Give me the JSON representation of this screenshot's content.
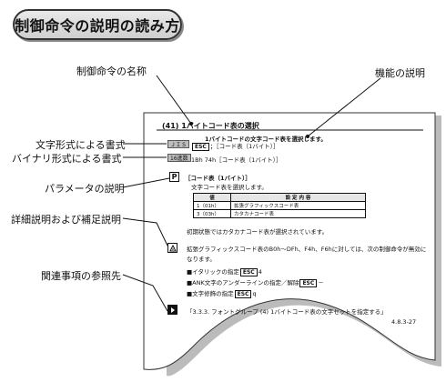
{
  "header": {
    "title": "制御命令の説明の読み方"
  },
  "labels": {
    "command_name": "制御命令の名称",
    "function_desc": "機能の説明",
    "char_format": "文字形式による書式",
    "binary_format": "バイナリ形式による書式",
    "param_desc": "パラメータの説明",
    "detail_desc": "詳細説明および補足説明",
    "reference": "関連事項の参照先"
  },
  "page": {
    "title": "(41)  1バイトコード表の選択",
    "subtitle": "1バイトコードの文字コード表を選択します。",
    "char_tag": "ＪＩＳ",
    "char_key": "ESC",
    "char_text": "；［コード表（1バイト）］",
    "bin_tag": "16進数",
    "bin_text": "1Bh  74h［コード表（1バイト）］",
    "param_icon": "P",
    "param_title": "［コード表（1バイト）］",
    "param_sub": "文字コード表を選択します。",
    "table": {
      "headers": [
        "値",
        "設 定 内 容"
      ],
      "rows": [
        [
          "1（01h）",
          "拡張グラフィックスコード表"
        ],
        [
          "3（03h）",
          "カタカナコード表"
        ]
      ]
    },
    "init_text": "初期状態ではカタカナコード表が選択されています。",
    "detail_line1": "拡張グラフィックスコード表のB0h～DFh、F4h、F6hに対しては、次の制御命令が無効に",
    "detail_line2": "なります。",
    "bullet1_text": "■イタリックの指定",
    "bullet1_key": "ESC",
    "bullet1_tail": "4",
    "bullet2_text": "■ANK文字のアンダーラインの指定／解除",
    "bullet2_key": "ESC",
    "bullet2_tail": "－",
    "bullet3_text": "■文字修飾の指定",
    "bullet3_key": "ESC",
    "bullet3_tail": "q",
    "ref_text": "「3.3.3. フォントグループ (4) 1バイトコード表の文字セットを指定する」",
    "page_number": "4.8.3-27"
  }
}
